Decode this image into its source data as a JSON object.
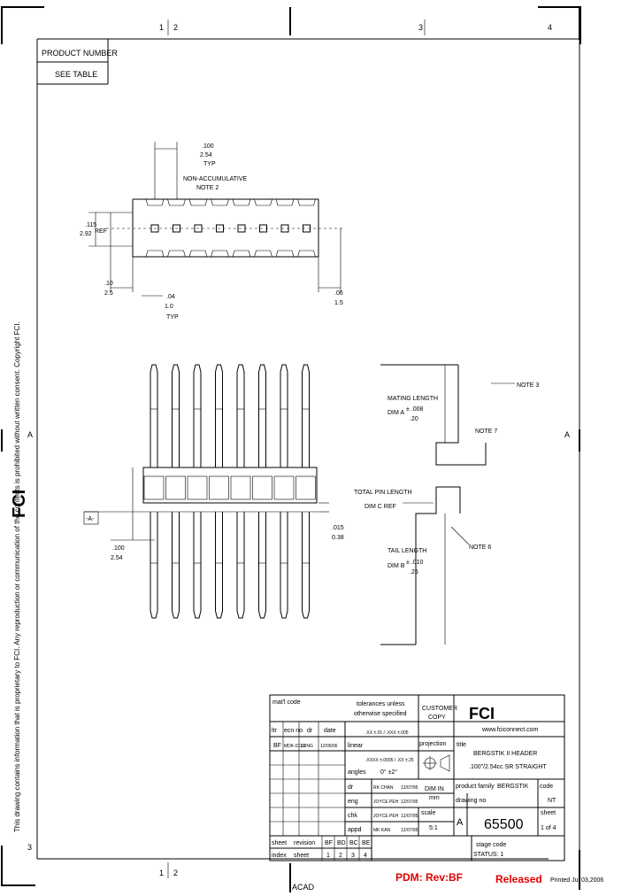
{
  "border": {
    "zone_top": [
      "1",
      "2",
      "3",
      "4"
    ],
    "zone_side": [
      "A",
      "A",
      "3"
    ],
    "zone_bottom": [
      "1",
      "2"
    ]
  },
  "product_number": {
    "label": "PRODUCT NUMBER",
    "value": "SEE TABLE"
  },
  "top_view": {
    "pitch": ".100",
    "pitch_mm": "2.54",
    "pitch_typ": "TYP",
    "nonaccum": "NON-ACCUMULATIVE",
    "note2": "NOTE 2",
    "height": ".115",
    "height_mm": "2.92",
    "height_ref": "REF",
    "left_dim": ".10",
    "left_dim_mm": "2.5",
    "pin_dim": ".04",
    "pin_dim_mm": "1.0",
    "pin_typ": "TYP",
    "right_dim": ".06",
    "right_dim_mm": "1.5"
  },
  "side_view": {
    "pitch": ".100",
    "pitch_mm": "2.54",
    "right_dim": ".015",
    "right_dim_mm": "0.38",
    "ref_box": "-A-"
  },
  "detail": {
    "note3": "NOTE 3",
    "mating_length": "MATING LENGTH",
    "dim_a": "DIM A",
    "tol_a": "± .008",
    "tol_a_mm": ".20",
    "note7": "NOTE 7",
    "total_pin_length": "TOTAL PIN LENGTH",
    "dim_c": "DIM C REF",
    "tail_length": "TAIL LENGTH",
    "dim_b": "DIM B",
    "tol_b": "± .010",
    "tol_b_mm": ".25",
    "note6": "NOTE 6"
  },
  "side_note": "This drawing contains information that is proprietary to FCI. Any reproduction or communication of the contents is prohibited without written consent. Copyright FCI.",
  "title_block": {
    "mat_code": "mat'l code",
    "tolerances": "tolerances unless",
    "otherwise": "otherwise specified",
    "customer": "CUSTOMER",
    "copy": "COPY",
    "logo": "FCI",
    "website": "www.fciconnect.com",
    "ltr": "ltr",
    "ecn_no": "ecn no",
    "dr": "dr",
    "date": "date",
    "rev_ltr": "BF",
    "rev_ecn": "MDK-0133",
    "rev_dr": "LDNG",
    "rev_date": "12/05/06",
    "linear": "linear",
    "linear_tol": ".XX ±.01 / .XXX ±.005",
    "linear_tol2": ".XXXX ±.0005 / .XX ±.25",
    "projection": "projection",
    "title_label": "title",
    "title_line1": "BERGSTIK II HEADER",
    "title_line2": ".100\"/2.54cc SR STRAIGHT",
    "angles": "angles",
    "angles_val": "0° ±2°",
    "dr_label": "dr",
    "dr_name": "RK CHAN",
    "dr_date": "12/07/95",
    "unit_label": "DIM IN",
    "unit_val": "mm",
    "product_family_label": "product family",
    "product_family": "BERGSTIK",
    "code_label": "code",
    "code_val": "NT",
    "eng_label": "eng",
    "eng_name": "JOYCE PEH",
    "eng_date": "12/07/95",
    "chk_label": "chk",
    "chk_name": "JOYCE PEH",
    "chk_date": "12/07/95",
    "scale_label": "scale",
    "scale_val": "5:1",
    "size_val": "A",
    "dwg_label": "drawing no",
    "dwg_no": "65500",
    "sheet_label": "sheet",
    "sheet_val": "1 of 4",
    "appd_label": "appd",
    "appd_name": "MK KAN",
    "appd_date": "12/07/95",
    "sheet_row_label": "sheet",
    "revision_label": "revision",
    "rev_cells": [
      "BF",
      "BD",
      "BC",
      "BE"
    ],
    "index_label": "index",
    "sheet_cells_label": "sheet",
    "sheet_nums": [
      "1",
      "2",
      "3",
      "4"
    ],
    "stage_code_label": "stage code",
    "stage_code": "STATUS: 1",
    "acad": "ACAD",
    "pdm_rev": "PDM: Rev:BF",
    "released": "Released",
    "printed": "Printed Jul 03,2006"
  }
}
